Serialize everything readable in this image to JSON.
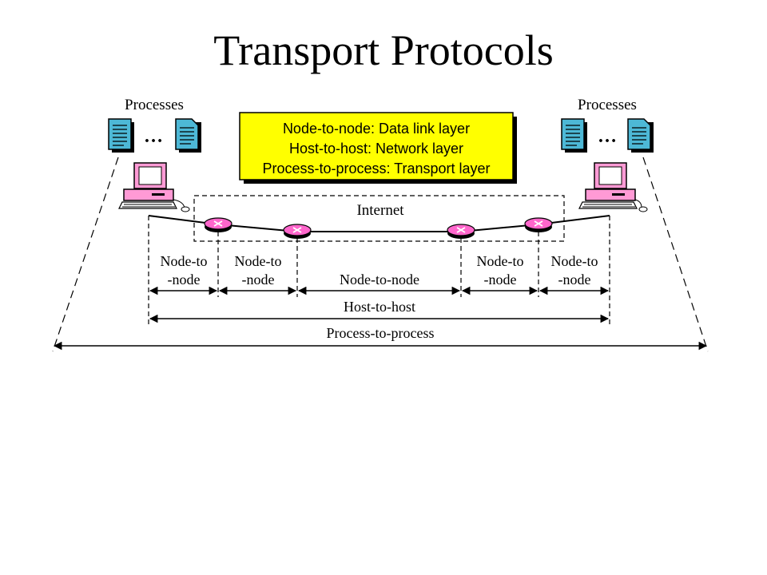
{
  "title": "Transport Protocols",
  "diagram": {
    "left_processes_label": "Processes",
    "right_processes_label": "Processes",
    "ellipsis": "…",
    "legend": {
      "line1": "Node-to-node: Data link layer",
      "line2": "Host-to-host: Network layer",
      "line3": "Process-to-process: Transport layer"
    },
    "internet_label": "Internet",
    "segments": [
      {
        "line1": "Node-to",
        "line2": "-node"
      },
      {
        "line1": "Node-to",
        "line2": "-node"
      },
      {
        "line1": "Node-to-node",
        "line2": ""
      },
      {
        "line1": "Node-to",
        "line2": "-node"
      },
      {
        "line1": "Node-to",
        "line2": "-node"
      }
    ],
    "host_to_host_label": "Host-to-host",
    "process_to_process_label": "Process-to-process"
  },
  "colors": {
    "legend_fill": "#ffff00",
    "document_fill": "#4db8d6",
    "router_fill": "#ff66cc",
    "computer_fill": "#ff9ad5"
  }
}
